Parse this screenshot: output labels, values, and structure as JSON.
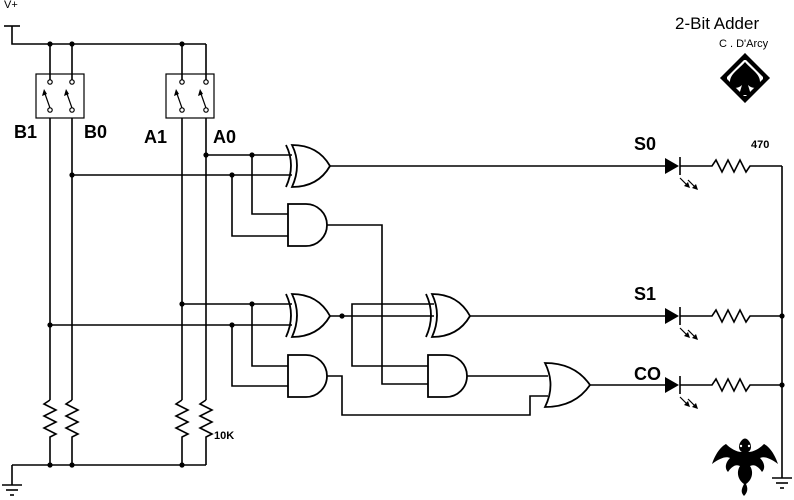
{
  "title": "2-Bit Adder",
  "author": "C . D'Arcy",
  "supply_label": "V+",
  "inputs": {
    "b1": "B1",
    "b0": "B0",
    "a1": "A1",
    "a0": "A0"
  },
  "outputs": {
    "s0": "S0",
    "s1": "S1",
    "co": "CO"
  },
  "resistors": {
    "led_value": "470",
    "pulldown_value": "10K"
  },
  "icons": {
    "logo": "spade-diamond-logo-icon",
    "mascot": "dragon-icon"
  }
}
